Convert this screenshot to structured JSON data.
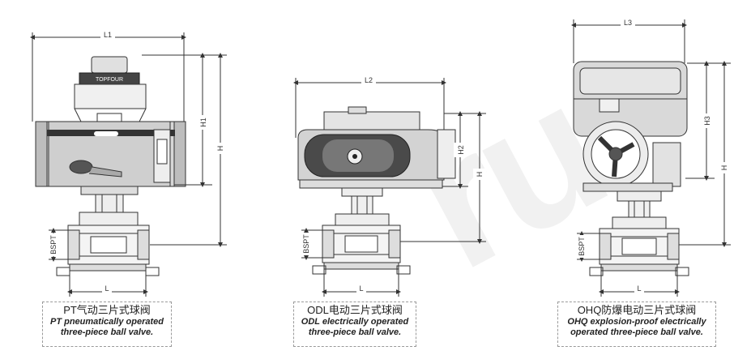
{
  "watermark_text": "ru",
  "colors": {
    "line": "#333333",
    "actuator_dark": "#4a4a4a",
    "actuator_fill": "#d9d9d9",
    "light_fill": "#eeeeee",
    "caption_border": "#9a9a9a"
  },
  "pt": {
    "dims": {
      "l1": "L1",
      "h1": "H1",
      "h": "H",
      "bspt": "BSPT",
      "l": "L"
    },
    "brand": "TOPFOUR",
    "caption": {
      "title": "PT气动三片式球阀",
      "line1": "PT pneumatically operated",
      "line2": "three-piece ball valve."
    }
  },
  "odl": {
    "dims": {
      "l2": "L2",
      "h2": "H2",
      "h": "H",
      "bspt": "BSPT",
      "l": "L"
    },
    "caption": {
      "title": "ODL电动三片式球阀",
      "line1": "ODL electrically operated",
      "line2": "three-piece ball valve."
    }
  },
  "ohq": {
    "dims": {
      "l3": "L3",
      "h3": "H3",
      "h": "H",
      "bspt": "BSPT",
      "l": "L"
    },
    "caption": {
      "title": "OHQ防爆电动三片式球阀",
      "line1": "OHQ explosion-proof electrically",
      "line2": "operated three-piece ball valve."
    }
  }
}
